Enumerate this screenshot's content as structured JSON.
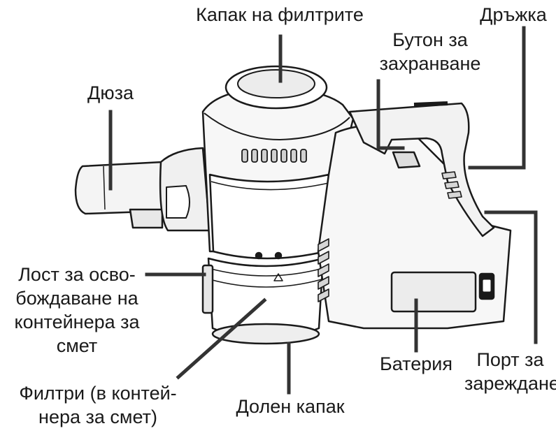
{
  "labels": {
    "filter_cover": [
      "Капак на филтрите"
    ],
    "handle": [
      "Дръжка"
    ],
    "power_button": [
      "Бутон за",
      "захранване"
    ],
    "nozzle": [
      "Дюза"
    ],
    "release_lever": [
      "Лост за осво-",
      "бождаване на",
      "контейнера за",
      "смет"
    ],
    "battery": [
      "Батерия"
    ],
    "charging_port": [
      "Порт за",
      "зареждане"
    ],
    "filters": [
      "Филтри (в контей-",
      "нера за смет)"
    ],
    "bottom_cover": [
      "Долен капак"
    ]
  },
  "colors": {
    "ink": "#1a1a1a",
    "leader": "#333333",
    "body_fill": "#ffffff",
    "shade": "#dcdcdc"
  }
}
